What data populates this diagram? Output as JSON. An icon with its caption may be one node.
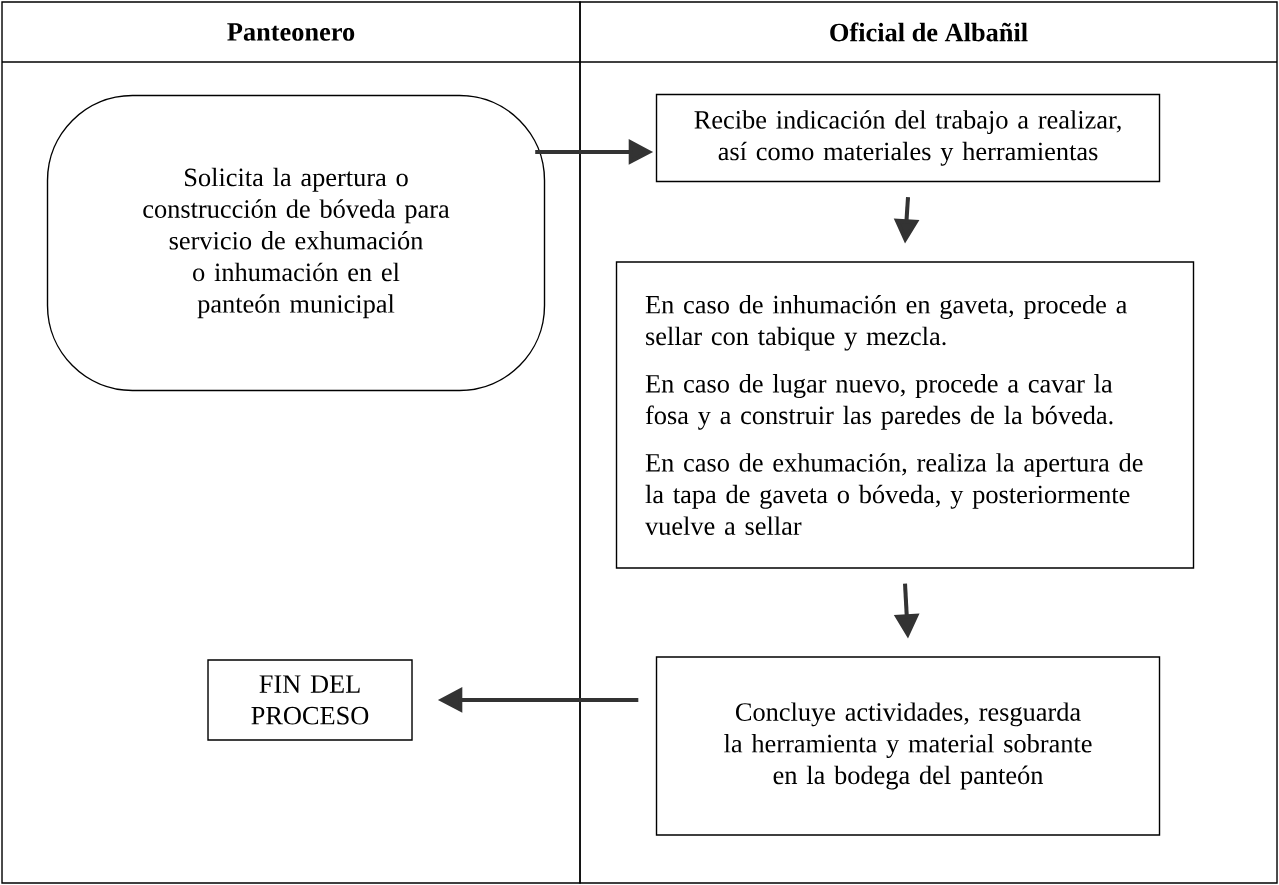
{
  "diagram": {
    "nodes": [
      {
        "text": [
          "Panteonero"
        ]
      },
      {
        "text": [
          "Oficial de Albañil"
        ]
      },
      {
        "text": [
          "Solicita la apertura o construcción de bóveda para servicio de exhumación o inhumación en el panteón municipal"
        ],
        "in": 0
      },
      {
        "text": [
          "Recibe indicación del trabajo a realizar, así como materiales y herramientas"
        ],
        "in": 1
      },
      {
        "text": [
          "En caso de inhumación en gaveta, procede a sellar con tabique y mezcla.",
          "En caso de lugar nuevo, procede a cavar la fosa y a construir las paredes de la bóveda.",
          "En caso de exhumación, realiza la apertura de la tapa de gaveta o bóveda, y posteriormente vuelve a sellar"
        ],
        "in": 1
      },
      {
        "text": [
          "Concluye actividades, resguarda la herramienta y material sobrante en la bodega del panteón"
        ],
        "in": 1
      },
      {
        "text": [
          "FIN DEL PROCESO"
        ],
        "in": 0
      }
    ],
    "edges": [
      {
        "from": 2,
        "to": 3,
        "arrow": "to"
      },
      {
        "from": 3,
        "to": 4,
        "arrow": "to"
      },
      {
        "from": 4,
        "to": 5,
        "arrow": "to"
      },
      {
        "from": 5,
        "to": 6,
        "arrow": "to"
      }
    ]
  }
}
